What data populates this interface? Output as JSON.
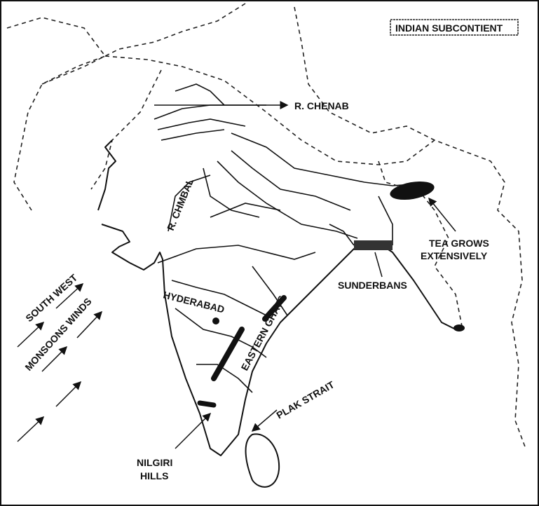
{
  "map": {
    "title": "INDIAN SUBCONTIENT",
    "labels": {
      "chenab": "R. CHENAB",
      "chambal": "R. CHMBAL",
      "tea_line1": "TEA GROWS",
      "tea_line2": "EXTENSIVELY",
      "sunderbans": "SUNDERBANS",
      "monsoon_line1": "SOUTH WEST",
      "monsoon_line2": "MONSOONS WINDS",
      "hyderabad": "HYDERABAD",
      "eastern_ghats": "EASTERN GHATS",
      "palk_strait": "PLAK STRAIT",
      "nilgiri_line1": "NILGIRI",
      "nilgiri_line2": "HILLS"
    }
  }
}
